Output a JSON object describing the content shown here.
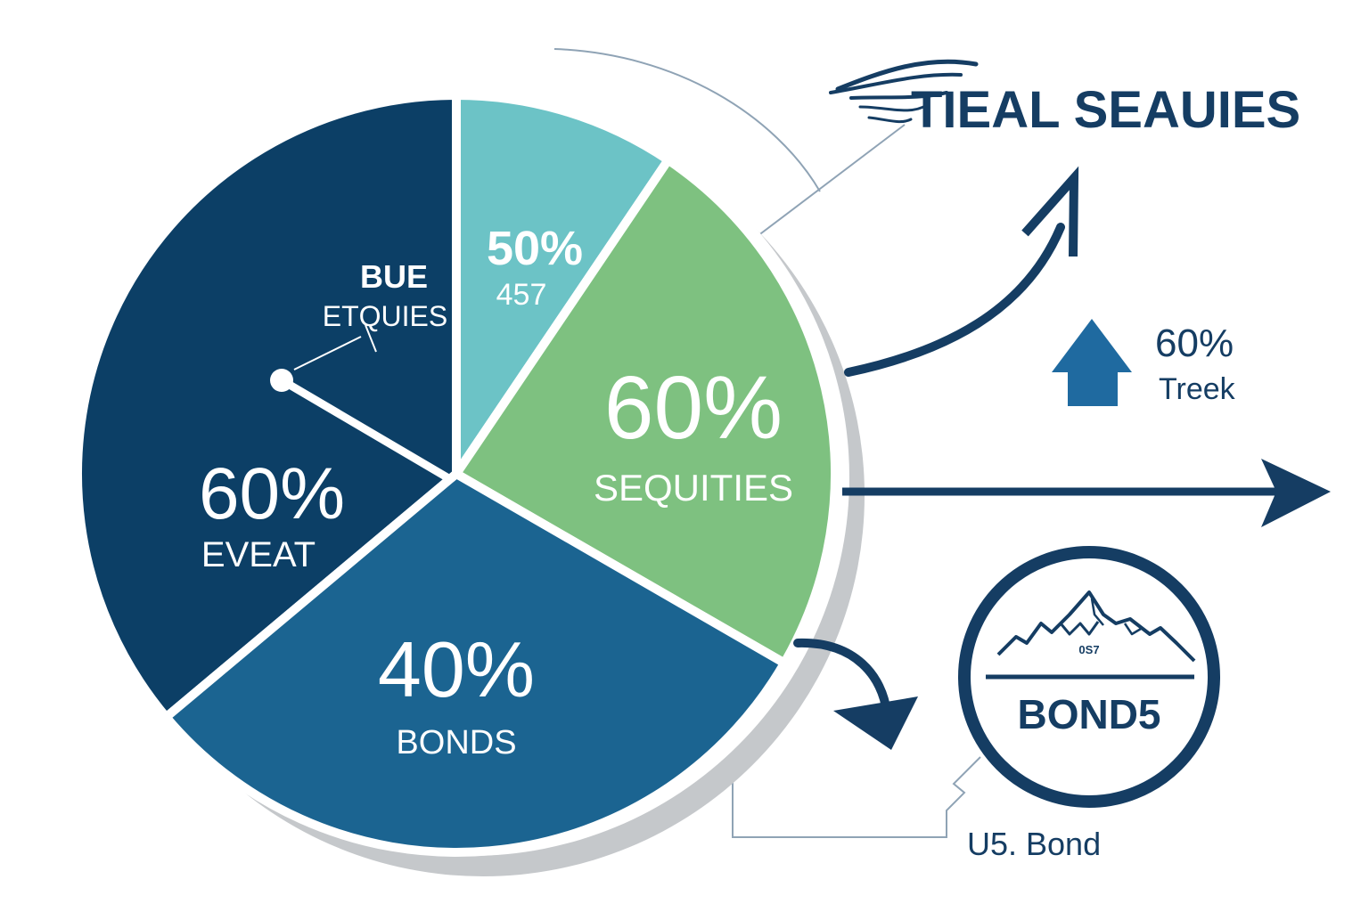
{
  "chart_data": {
    "type": "pie",
    "title": "TIEAL SEAUIES",
    "slices": [
      {
        "percent_label": "60%",
        "label": "EVEAT",
        "color": "#0c3f66"
      },
      {
        "percent_label": "50%",
        "sublabel": "457",
        "color": "#6cc3c6"
      },
      {
        "percent_label": "60%",
        "label": "SEQUITIES",
        "color": "#7ec180"
      },
      {
        "percent_label": "40%",
        "label": "BONDS",
        "color": "#1b6491"
      }
    ],
    "annotation": {
      "line1": "BUE",
      "line2": "ETQUIES"
    }
  },
  "trend": {
    "percent": "60%",
    "label": "Treek",
    "color": "#1f6aa0"
  },
  "badge": {
    "inner_text": "0S7",
    "label": "BOND5",
    "color": "#153d63"
  },
  "footer": {
    "label": "U5. Bond"
  },
  "colors": {
    "dark_navy": "#0c3f66",
    "navy_text": "#153d63",
    "line_gray": "#8fa3b5"
  }
}
